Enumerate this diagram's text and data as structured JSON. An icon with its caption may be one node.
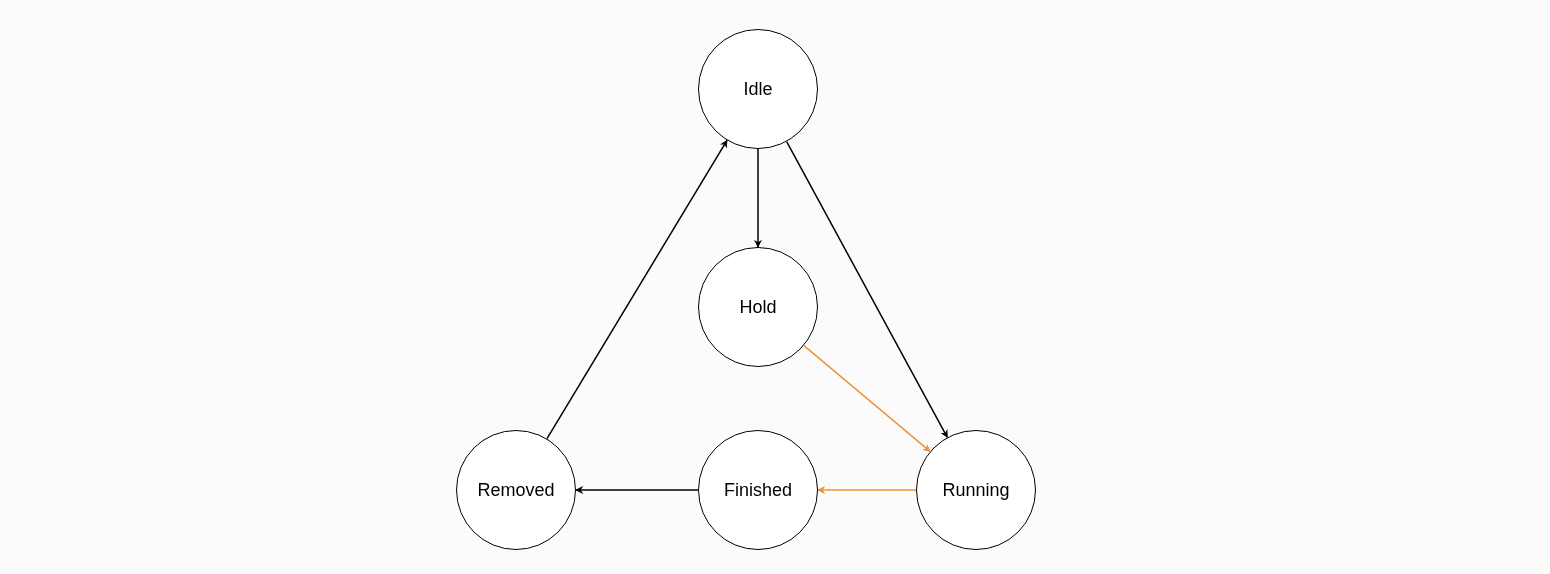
{
  "diagram": {
    "nodes": [
      {
        "text": [
          "Idle"
        ]
      },
      {
        "text": [
          "Hold"
        ]
      },
      {
        "text": [
          "Removed"
        ]
      },
      {
        "text": [
          "Finished"
        ]
      },
      {
        "text": [
          "Running"
        ]
      }
    ],
    "edges": [
      {
        "from": 0,
        "to": 1,
        "arrow": "to"
      },
      {
        "from": 0,
        "to": 4,
        "arrow": "to"
      },
      {
        "from": 1,
        "to": 4,
        "arrow": "to",
        "color": "#f0923a"
      },
      {
        "from": 4,
        "to": 3,
        "arrow": "to",
        "color": "#f0923a"
      },
      {
        "from": 3,
        "to": 2,
        "arrow": "to"
      },
      {
        "from": 2,
        "to": 0,
        "arrow": "to"
      }
    ]
  }
}
